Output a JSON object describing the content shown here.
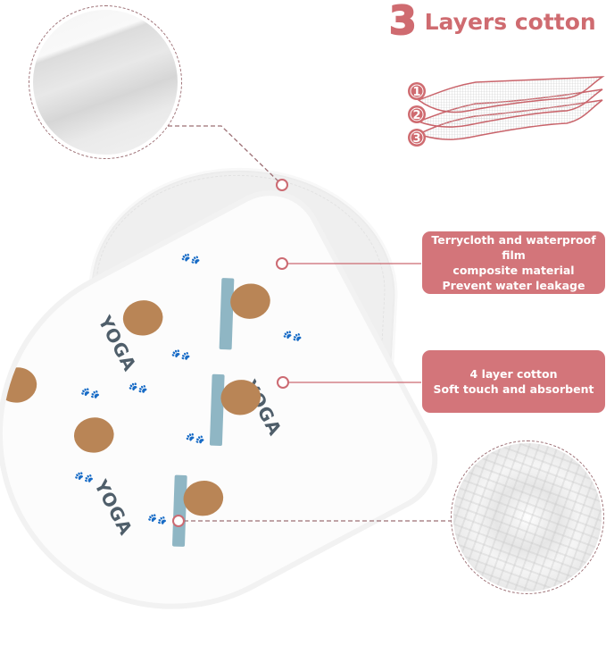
{
  "header": {
    "number": "3",
    "title": "Layers cotton"
  },
  "layers_diagram": {
    "items": [
      {
        "index": "1"
      },
      {
        "index": "2"
      },
      {
        "index": "3"
      }
    ]
  },
  "callouts": [
    {
      "lines": [
        "Terrycloth and waterproof film",
        "composite material",
        "Prevent water leakage"
      ]
    },
    {
      "lines": [
        "4 layer cotton",
        "Soft touch and absorbent"
      ]
    }
  ],
  "fabric_print": {
    "text": "YOGA",
    "icons": [
      "paw-print-icon",
      "yoga-dog-illustration"
    ]
  },
  "colors": {
    "accent": "#cf6b70",
    "callout_bg": "#d3757a",
    "dashed_line": "#9c6f74",
    "mat_blue": "#8fb6c4",
    "dog_brown": "#b98556",
    "paw_gray": "#9e8d80"
  }
}
